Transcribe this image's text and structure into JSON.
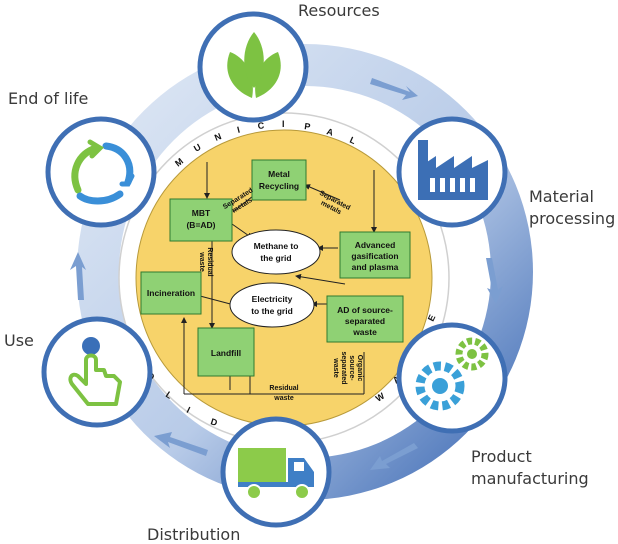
{
  "stages": {
    "resources": "Resources",
    "material_processing": [
      "Material",
      "processing"
    ],
    "product_manufacturing": [
      "Product",
      "manufacturing"
    ],
    "distribution": "Distribution",
    "use": "Use",
    "end_of_life": "End of life"
  },
  "ring_word_top": "MUNICIPAL",
  "ring_word_bottom_left": "SOLID",
  "ring_word_right": "WASTE",
  "boxes": {
    "metal_recycling": [
      "Metal",
      "Recycling"
    ],
    "mbt": [
      "MBT",
      "(B=AD)"
    ],
    "advanced_gasification": [
      "Advanced",
      "gasification",
      "and plasma"
    ],
    "incineration": [
      "Incineration"
    ],
    "ad_source_separated": [
      "AD of source-",
      "separated",
      "waste"
    ],
    "landfill": [
      "Landfill"
    ]
  },
  "ellipses": {
    "methane": [
      "Methane to",
      "the grid"
    ],
    "electricity": [
      "Electricity",
      "to the grid"
    ]
  },
  "flow_labels": {
    "separated_metals_left": [
      "Separated",
      "metals"
    ],
    "separated_metals_right": [
      "Separated",
      "metals"
    ],
    "residual_waste_vertical": [
      "Residual",
      "waste"
    ],
    "residual_waste_bottom": [
      "Residual",
      "waste"
    ],
    "organic_source_separated": [
      "Organic",
      "source-",
      "separated",
      "waste"
    ]
  },
  "colors": {
    "ring_light": "#cfdcef",
    "ring_dark": "#3b6ab5",
    "node_border": "#3f6fb4",
    "inner_fill": "#f7d36a",
    "box_fill": "#8fd174",
    "box_border": "#2f7a2f",
    "leaf_green": "#7dc242",
    "factory_blue": "#3c6fb5",
    "gear_blue": "#3aa0d8",
    "gear_green": "#7dc242",
    "truck_green": "#8ccb4a",
    "truck_blue": "#3f7fc6",
    "hand_green": "#7dc242",
    "recycle_green": "#7dc242",
    "recycle_blue": "#3a8fd8"
  }
}
